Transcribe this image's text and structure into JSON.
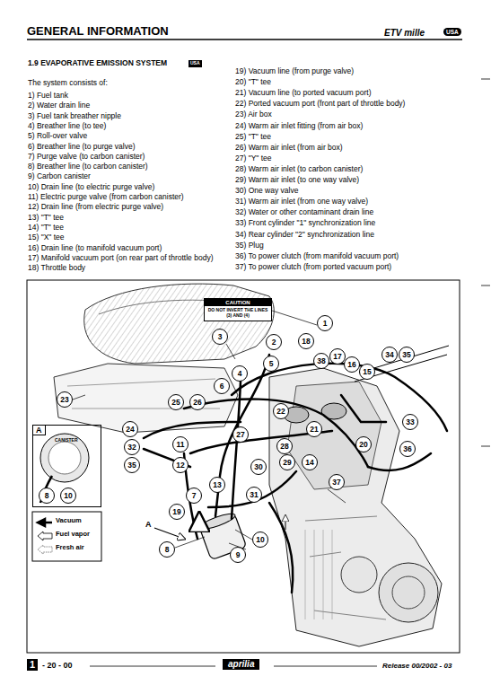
{
  "diagram": {
    "title": "1.9 EVAPORATIVE EMISSION SYSTEM",
    "nodes": [
      {
        "text": [
          "CAUTION",
          "DO NOT INVERT THE LINES (3) AND (4)"
        ]
      },
      {
        "text": [
          "A"
        ]
      },
      {
        "text": [
          "8"
        ],
        "in": 1
      },
      {
        "text": [
          "10"
        ],
        "in": 1
      },
      {
        "text": [
          "1"
        ]
      },
      {
        "text": [
          "2"
        ]
      },
      {
        "text": [
          "3"
        ]
      },
      {
        "text": [
          "4"
        ]
      },
      {
        "text": [
          "5"
        ]
      },
      {
        "text": [
          "6"
        ]
      },
      {
        "text": [
          "18"
        ]
      },
      {
        "text": [
          "38"
        ]
      },
      {
        "text": [
          "17"
        ]
      },
      {
        "text": [
          "16"
        ]
      },
      {
        "text": [
          "15"
        ]
      },
      {
        "text": [
          "34"
        ]
      },
      {
        "text": [
          "35"
        ]
      },
      {
        "text": [
          "23"
        ]
      },
      {
        "text": [
          "25"
        ]
      },
      {
        "text": [
          "26"
        ]
      },
      {
        "text": [
          "22"
        ]
      },
      {
        "text": [
          "21"
        ]
      },
      {
        "text": [
          "24"
        ]
      },
      {
        "text": [
          "27"
        ]
      },
      {
        "text": [
          "28"
        ]
      },
      {
        "text": [
          "33"
        ]
      },
      {
        "text": [
          "20"
        ]
      },
      {
        "text": [
          "36"
        ]
      },
      {
        "text": [
          "32"
        ]
      },
      {
        "text": [
          "35"
        ]
      },
      {
        "text": [
          "11"
        ]
      },
      {
        "text": [
          "12"
        ]
      },
      {
        "text": [
          "30"
        ]
      },
      {
        "text": [
          "29"
        ]
      },
      {
        "text": [
          "14"
        ]
      },
      {
        "text": [
          "37"
        ]
      },
      {
        "text": [
          "13"
        ]
      },
      {
        "text": [
          "31"
        ]
      },
      {
        "text": [
          "7"
        ]
      },
      {
        "text": [
          "19"
        ]
      },
      {
        "text": [
          "8"
        ]
      },
      {
        "text": [
          "10"
        ]
      },
      {
        "text": [
          "9"
        ]
      }
    ],
    "labels": [
      "GENERAL INFORMATION",
      "ETV mille",
      "USA",
      "USA",
      "The system consists of:",
      "1) Fuel tank",
      "2) Water drain line",
      "3) Fuel tank breather nipple",
      "4) Breather line (to tee)",
      "5) Roll-over valve",
      "6) Breather line (to purge valve)",
      "7) Purge valve (to carbon canister)",
      "8) Breather line (to carbon canister)",
      "9) Carbon canister",
      "10) Drain line (to electric purge valve)",
      "11) Electric purge valve (from carbon canister)",
      "12) Drain line (from electric purge valve)",
      "13) \"T\" tee",
      "14) \"T\" tee",
      "15) \"X\" tee",
      "16) Drain line (to manifold vacuum port)",
      "17) Manifold vacuum port (on rear part of throttle body)",
      "18) Throttle body",
      "19) Vacuum line (from purge valve)",
      "20) \"T\" tee",
      "21) Vacuum line (to ported vacuum port)",
      "22) Ported vacuum port (front part of throttle body)",
      "23) Air box",
      "24) Warm air inlet fitting (from air box)",
      "25) \"T\" tee",
      "26) Warm air inlet (from air box)",
      "27) \"Y\" tee",
      "28) Warm air inlet (to carbon canister)",
      "29) Warm air inlet (to one way valve)",
      "30) One way valve",
      "31) Warm air inlet (from one way valve)",
      "32) Water or other contaminant drain line",
      "33) Front cylinder \"1\" synchronization line",
      "34) Rear cylinder \"2\" synchronization line",
      "35) Plug",
      "36) To power clutch (from manifold vacuum port)",
      "37) To power clutch (from ported vacuum port)",
      "CANISTER",
      "A",
      "1",
      "- 20 - 00",
      "aprilia",
      "Release 00/2002 - 03"
    ],
    "legend": [
      {
        "text": "Vacuum"
      },
      {
        "text": "Fuel vapor"
      },
      {
        "text": "Fresh air"
      }
    ]
  }
}
